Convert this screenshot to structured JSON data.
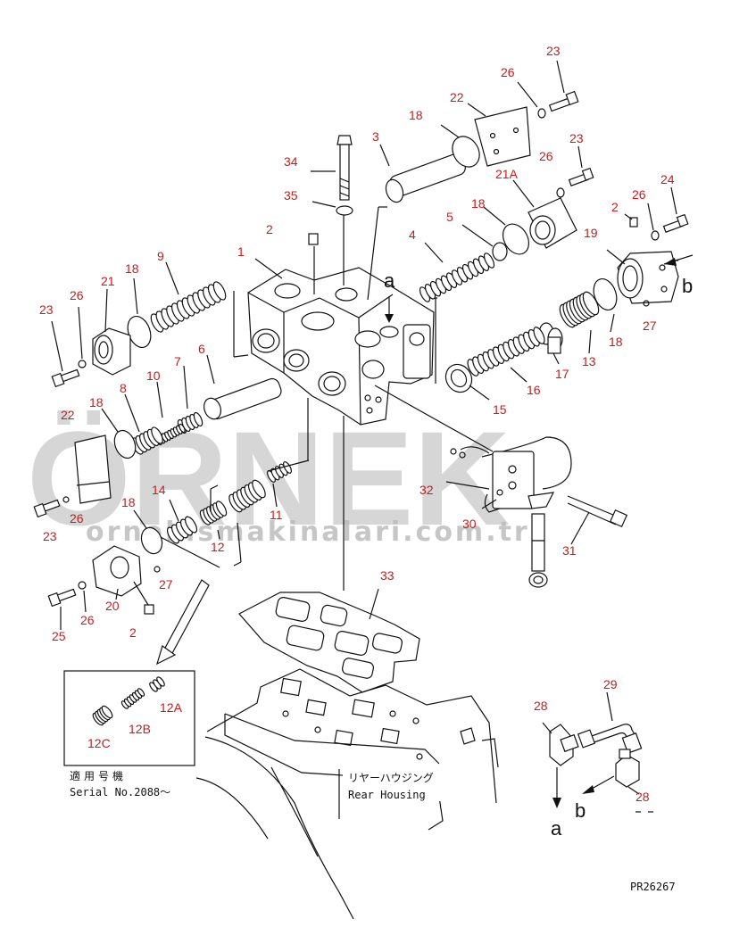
{
  "labels": {
    "p1": "1",
    "p2a": "2",
    "p2b": "2",
    "p2c": "2",
    "p3": "3",
    "p4": "4",
    "p5": "5",
    "p6": "6",
    "p7": "7",
    "p8": "8",
    "p9": "9",
    "p10": "10",
    "p11": "11",
    "p12": "12",
    "p12a": "12A",
    "p12b": "12B",
    "p12c": "12C",
    "p13": "13",
    "p14": "14",
    "p15": "15",
    "p16": "16",
    "p17": "17",
    "p18a": "18",
    "p18b": "18",
    "p18c": "18",
    "p18d": "18",
    "p18e": "18",
    "p18f": "18",
    "p19": "19",
    "p20": "20",
    "p21": "21",
    "p21a": "21A",
    "p22a": "22",
    "p22b": "22",
    "p23a": "23",
    "p23b": "23",
    "p23c": "23",
    "p23d": "23",
    "p24": "24",
    "p25": "25",
    "p26a": "26",
    "p26b": "26",
    "p26c": "26",
    "p26d": "26",
    "p26e": "26",
    "p26f": "26",
    "p27a": "27",
    "p27b": "27",
    "p28a": "28",
    "p28b": "28",
    "p29": "29",
    "p30": "30",
    "p31": "31",
    "p32": "32",
    "p33": "33",
    "p34": "34",
    "p35": "35"
  },
  "callouts": {
    "a_top": "a",
    "b_right": "b",
    "a_bottom": "a",
    "b_bottom": "b"
  },
  "housing": {
    "jp": "リヤーハウジング",
    "en": "Rear Housing"
  },
  "serial": {
    "jp": "適用号機",
    "en": "Serial No.2088～"
  },
  "drawing_no": "PR26267",
  "watermark": {
    "main": "ÖRNEK",
    "url": "ornekismakinalari.com.tr"
  }
}
